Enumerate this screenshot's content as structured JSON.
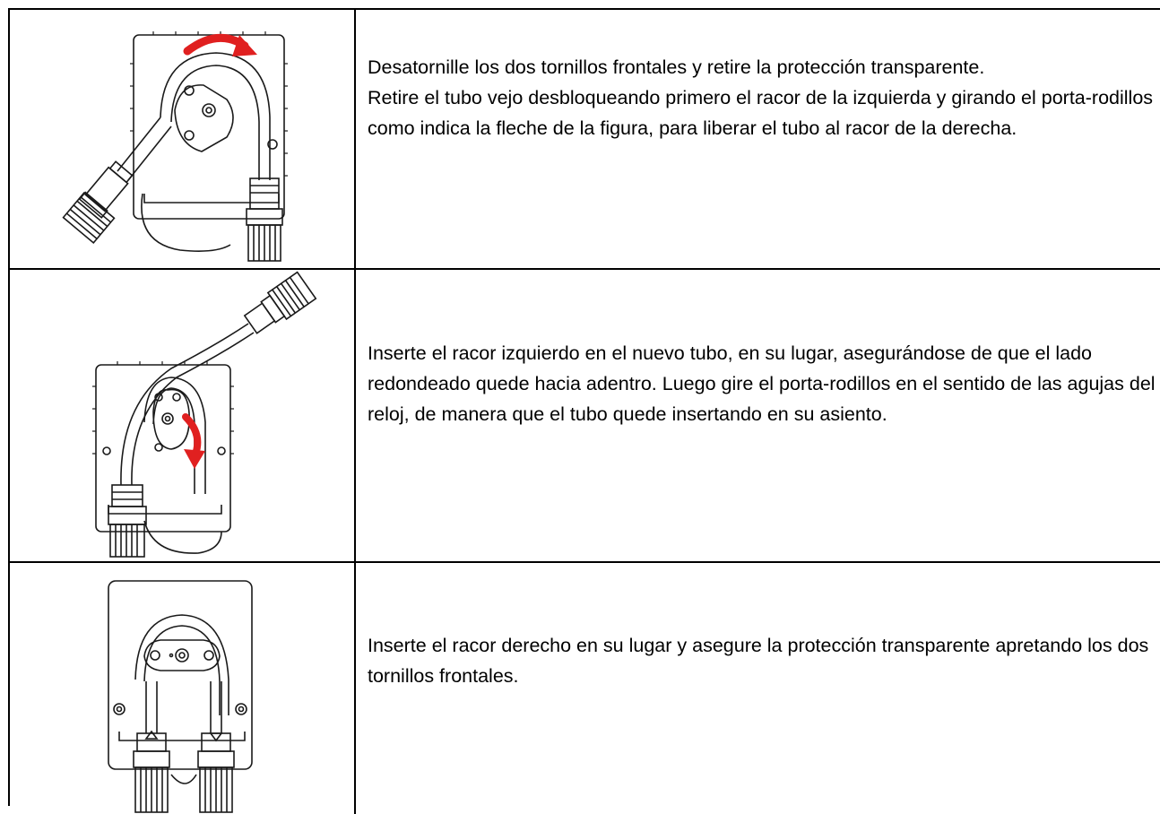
{
  "steps": [
    {
      "figure_icon": "pump-open-arrow-icon",
      "paragraphs": [
        "Desatornille los dos tornillos frontales y retire la protección transparente.",
        "Retire el tubo vejo desbloqueando primero el racor de la izquierda y girando el porta-rodillos como indica la fleche de la figura, para liberar el tubo al racor de la derecha."
      ]
    },
    {
      "figure_icon": "pump-insert-tube-arrow-icon",
      "paragraphs": [
        "Inserte el racor izquierdo en el nuevo tubo, en su lugar, asegurándose de que el lado redondeado quede hacia adentro. Luego gire el porta-rodillos en el sentido de las agujas del reloj, de manera que el tubo quede insertando en su asiento."
      ]
    },
    {
      "figure_icon": "pump-closed-icon",
      "paragraphs": [
        "Inserte el racor derecho en su lugar y asegure la protección transparente apretando los dos tornillos frontales."
      ]
    }
  ],
  "colors": {
    "arrow": "#e02020",
    "line": "#1a1a1a",
    "border": "#000000"
  }
}
